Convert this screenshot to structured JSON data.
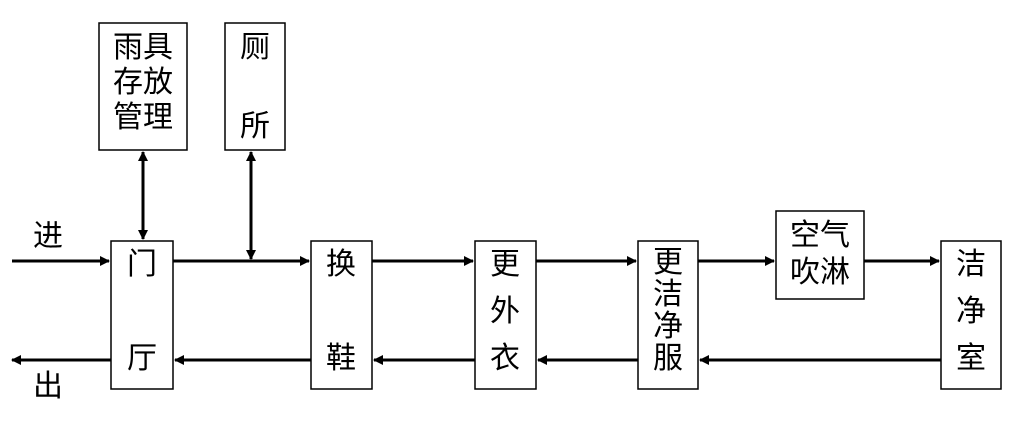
{
  "nodes": {
    "rain_gear": {
      "lines": [
        "雨具",
        "存放",
        "管理"
      ]
    },
    "toilet": {
      "lines": [
        "厕",
        "所"
      ]
    },
    "lobby": {
      "lines": [
        "门",
        "厅"
      ]
    },
    "change_shoes": {
      "lines": [
        "换",
        "鞋"
      ]
    },
    "change_outer": {
      "lines": [
        "更",
        "外",
        "衣"
      ]
    },
    "change_clean": {
      "lines": [
        "更",
        "洁",
        "净",
        "服"
      ]
    },
    "air_shower": {
      "lines": [
        "空气",
        "吹淋"
      ]
    },
    "clean_room": {
      "lines": [
        "洁",
        "净",
        "室"
      ]
    }
  },
  "labels": {
    "enter": "进",
    "exit": "出"
  },
  "colors": {
    "stroke": "#000000",
    "background": "#ffffff"
  }
}
